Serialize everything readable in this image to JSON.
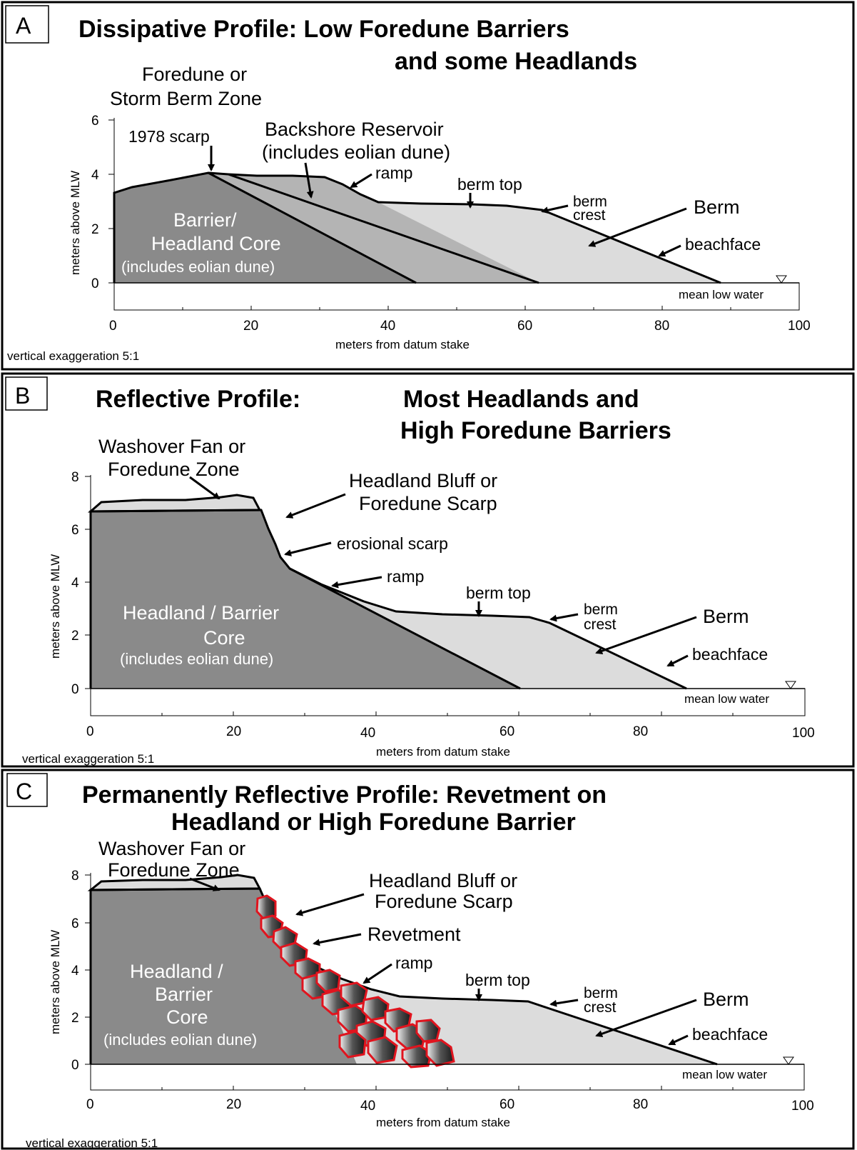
{
  "panels": [
    {
      "letter": "A",
      "title_line1": "Dissipative Profile: Low Foredune Barriers",
      "title_line2": "and some Headlands",
      "zone_line1": "Foredune or",
      "zone_line2": "Storm Berm Zone",
      "scarp_label": "1978 scarp",
      "reservoir_line1": "Backshore Reservoir",
      "reservoir_line2": "(includes eolian dune)",
      "ramp": "ramp",
      "berm_top": "berm top",
      "berm_crest_1": "berm",
      "berm_crest_2": "crest",
      "berm": "Berm",
      "beachface": "beachface",
      "core_line1": "Barrier/",
      "core_line2": "Headland Core",
      "core_line3": "(includes eolian dune)",
      "mlw": "mean low water",
      "ylabel": "meters above MLW",
      "xlabel": "meters from datum stake",
      "exaggeration": "vertical exaggeration  5:1",
      "y_ticks": [
        "0",
        "2",
        "4",
        "6"
      ],
      "x_ticks": [
        "0",
        "20",
        "40",
        "60",
        "80",
        "100"
      ]
    },
    {
      "letter": "B",
      "title_line1a": "Reflective Profile:",
      "title_line1b": "Most Headlands and",
      "title_line2": "High Foredune Barriers",
      "zone_line1": "Washover Fan or",
      "zone_line2": "Foredune Zone",
      "bluff_line1": "Headland Bluff or",
      "bluff_line2": "Foredune Scarp",
      "erosional": "erosional scarp",
      "ramp": "ramp",
      "berm_top": "berm top",
      "berm_crest_1": "berm",
      "berm_crest_2": "crest",
      "berm": "Berm",
      "beachface": "beachface",
      "core_line1": "Headland / Barrier",
      "core_line2": "Core",
      "core_line3": "(includes eolian dune)",
      "mlw": "mean low water",
      "ylabel": "meters above MLW",
      "xlabel": "meters from datum stake",
      "exaggeration": "vertical exaggeration  5:1",
      "y_ticks": [
        "0",
        "2",
        "4",
        "6",
        "8"
      ],
      "x_ticks": [
        "0",
        "20",
        "40",
        "60",
        "80",
        "100"
      ]
    },
    {
      "letter": "C",
      "title_line1": "Permanently Reflective Profile:  Revetment on",
      "title_line2": "Headland or High Foredune Barrier",
      "zone_line1": "Washover Fan or",
      "zone_line2": "Foredune Zone",
      "bluff_line1": "Headland Bluff or",
      "bluff_line2": "Foredune Scarp",
      "revetment": "Revetment",
      "ramp": "ramp",
      "berm_top": "berm top",
      "berm_crest_1": "berm",
      "berm_crest_2": "crest",
      "berm": "Berm",
      "beachface": "beachface",
      "core_line1": "Headland /",
      "core_line2": "Barrier",
      "core_line3": "Core",
      "core_line4": "(includes eolian dune)",
      "mlw": "mean low water",
      "ylabel": "meters above MLW",
      "xlabel": "meters from datum stake",
      "exaggeration": "vertical exaggeration  5:1",
      "y_ticks": [
        "0",
        "2",
        "4",
        "6",
        "8"
      ],
      "x_ticks": [
        "0",
        "20",
        "40",
        "60",
        "80",
        "100"
      ]
    }
  ],
  "colors": {
    "core": "#8a8a8a",
    "reservoir": "#b4b4b4",
    "berm": "#dcdcdc",
    "revetment_outline": "#e0141e"
  }
}
